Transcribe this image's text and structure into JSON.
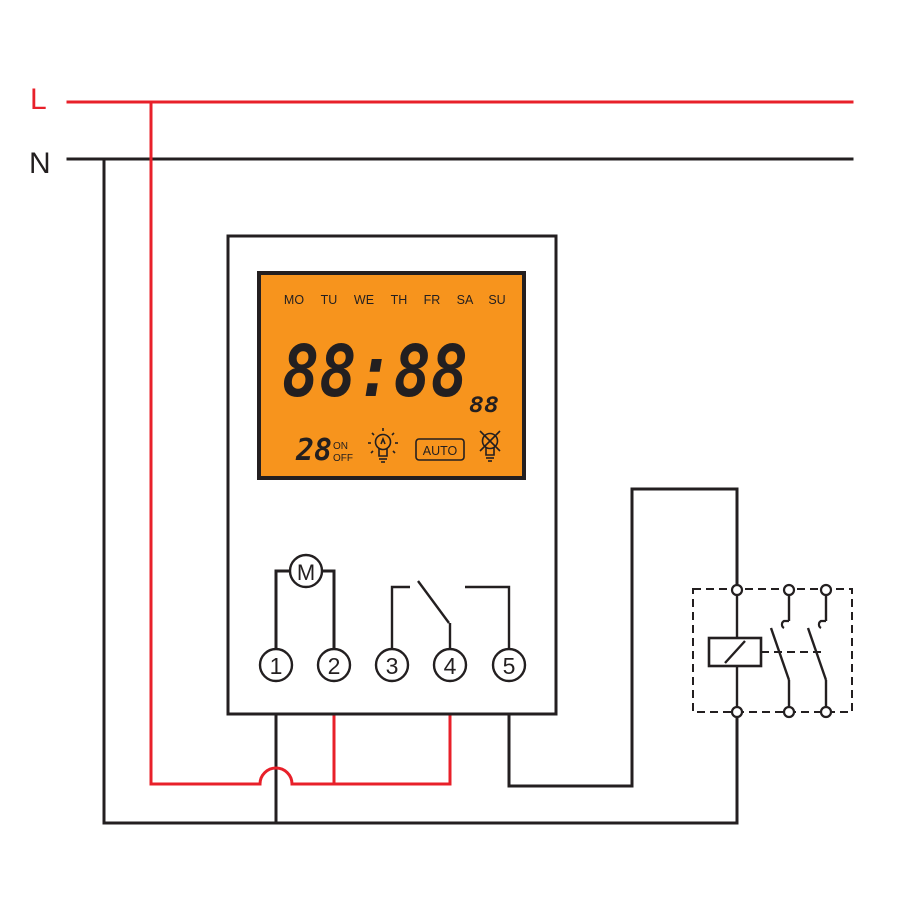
{
  "lines": {
    "live_label": "L",
    "neutral_label": "N"
  },
  "display": {
    "days": [
      "MO",
      "TU",
      "WE",
      "TH",
      "FR",
      "SA",
      "SU"
    ],
    "time": "88:88",
    "seconds": "88",
    "program_number": "28",
    "on_label": "ON",
    "off_label": "OFF",
    "auto_label": "AUTO"
  },
  "motor_label": "M",
  "terminals": [
    "1",
    "2",
    "3",
    "4",
    "5"
  ],
  "colors": {
    "live_wire": "#e8202a",
    "neutral_wire": "#231f20",
    "lcd_background": "#f7941d"
  }
}
